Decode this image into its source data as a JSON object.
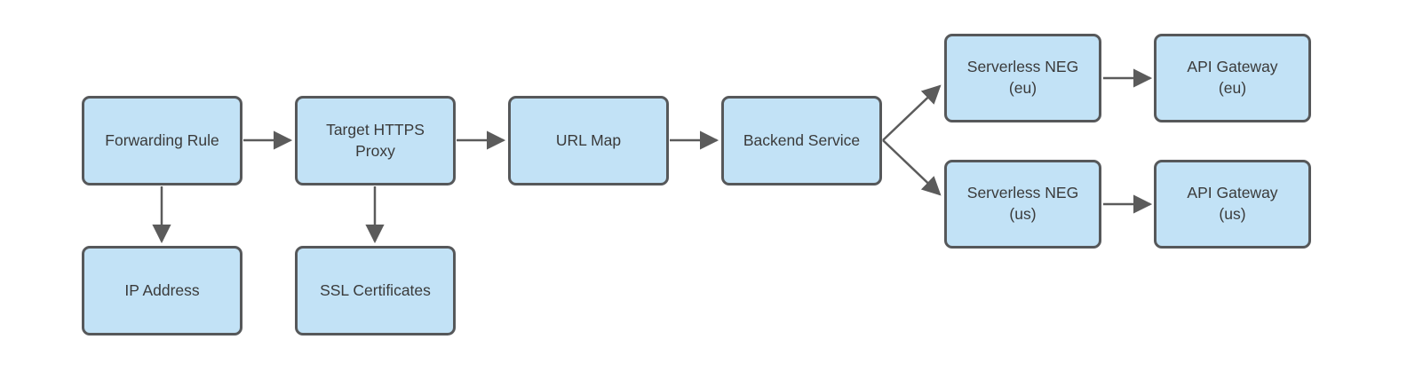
{
  "diagram_type": "flowchart",
  "colors": {
    "node_fill": "#c2e2f6",
    "node_border": "#56585a",
    "arrow_color": "#5b5b5b",
    "text_color": "#3a3a3a",
    "canvas_bg": "#ffffff"
  },
  "nodes": [
    {
      "id": "forwarding-rule",
      "label": "Forwarding Rule"
    },
    {
      "id": "target-https-proxy",
      "label": "Target HTTPS\nProxy"
    },
    {
      "id": "url-map",
      "label": "URL Map"
    },
    {
      "id": "backend-service",
      "label": "Backend Service"
    },
    {
      "id": "serverless-neg-eu",
      "label": "Serverless NEG\n(eu)"
    },
    {
      "id": "api-gateway-eu",
      "label": "API Gateway\n(eu)"
    },
    {
      "id": "serverless-neg-us",
      "label": "Serverless NEG\n(us)"
    },
    {
      "id": "api-gateway-us",
      "label": "API Gateway\n(us)"
    },
    {
      "id": "ip-address",
      "label": "IP Address"
    },
    {
      "id": "ssl-certificates",
      "label": "SSL Certificates"
    }
  ],
  "edges": [
    {
      "from": "forwarding-rule",
      "to": "target-https-proxy"
    },
    {
      "from": "target-https-proxy",
      "to": "url-map"
    },
    {
      "from": "url-map",
      "to": "backend-service"
    },
    {
      "from": "backend-service",
      "to": "serverless-neg-eu"
    },
    {
      "from": "backend-service",
      "to": "serverless-neg-us"
    },
    {
      "from": "serverless-neg-eu",
      "to": "api-gateway-eu"
    },
    {
      "from": "serverless-neg-us",
      "to": "api-gateway-us"
    },
    {
      "from": "forwarding-rule",
      "to": "ip-address"
    },
    {
      "from": "target-https-proxy",
      "to": "ssl-certificates"
    }
  ]
}
